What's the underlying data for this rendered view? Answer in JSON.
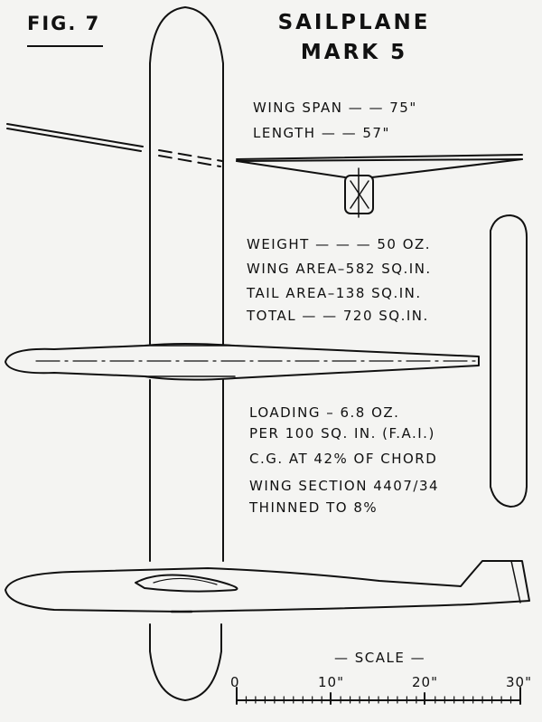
{
  "figure": {
    "label": "FIG. 7",
    "title_line1": "SAILPLANE",
    "title_line2": "MARK 5"
  },
  "specs": {
    "wing_span": "WING SPAN — — 75\"",
    "length": "LENGTH — — 57\"",
    "weight": "WEIGHT — — — 50 OZ.",
    "wing_area": "WING AREA–582 SQ.IN.",
    "tail_area": "TAIL AREA–138 SQ.IN.",
    "total": "TOTAL — — 720 SQ.IN.",
    "loading": "LOADING – 6.8 OZ.",
    "loading_per": "PER 100 SQ. IN. (F.A.I.)",
    "cg": "C.G. AT 42% OF CHORD",
    "wing_section": "WING SECTION 4407/34",
    "thinned": "THINNED TO 8%"
  },
  "scale": {
    "title": "— SCALE —",
    "ticks": [
      "0",
      "10\"",
      "20\"",
      "30\""
    ]
  },
  "colors": {
    "ink": "#111111",
    "paper": "#f4f4f2"
  }
}
